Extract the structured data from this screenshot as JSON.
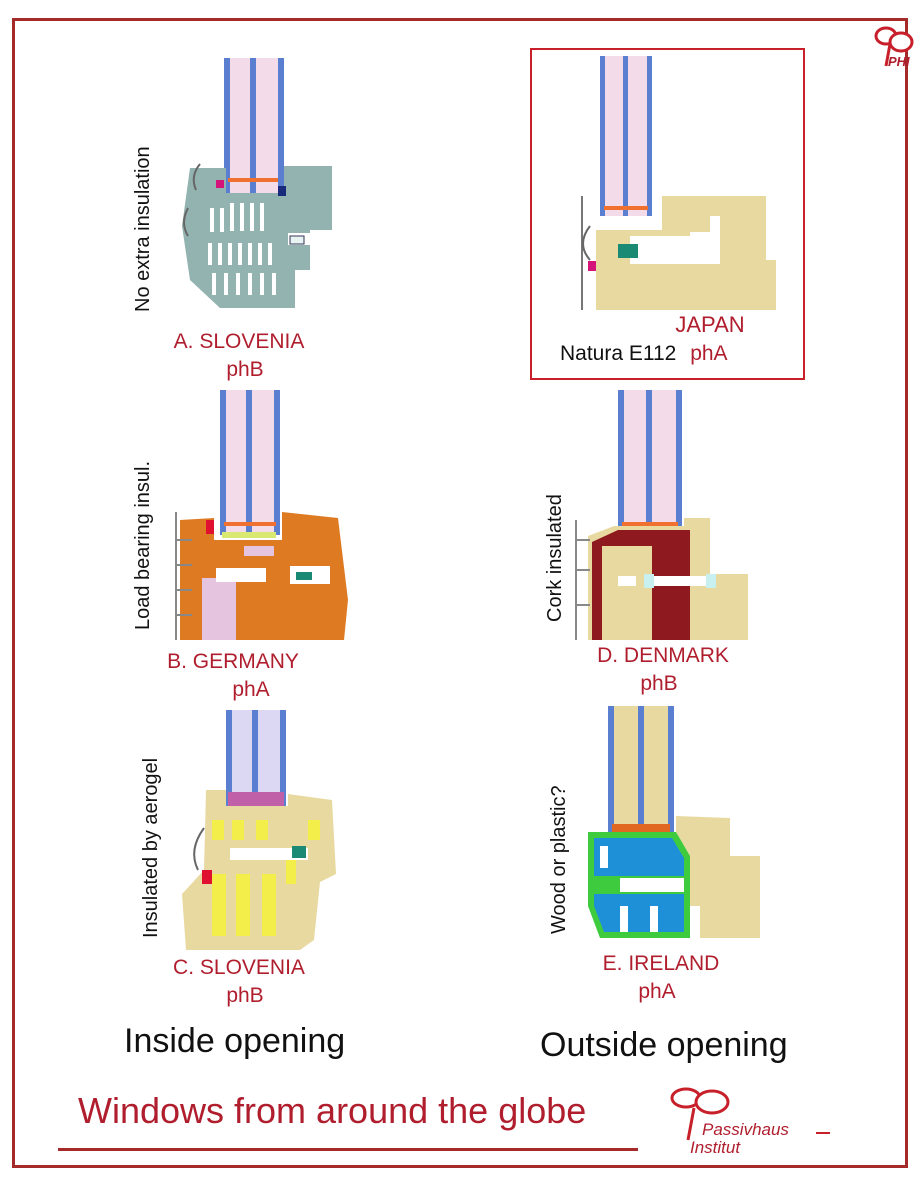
{
  "colors": {
    "frame": "#a52a2a",
    "accent_red": "#b01e2e",
    "glass_pink": "#f3dbea",
    "glass_blue": "#5a7fd0",
    "grey_frame": "#92b3b0",
    "wood": "#e8d9a0",
    "orange_insulation": "#de7a22",
    "cork_dark_red": "#8e1a1f",
    "aerogel_yellow": "#f4ee4a",
    "plastic_blue": "#1e90d8",
    "gasket_green": "#3ecb3e"
  },
  "panels": {
    "slovenia_a": {
      "side_label": "No extra insulation",
      "letter": "A.",
      "country": "SLOVENIA",
      "rating": "phB"
    },
    "japan": {
      "country": "JAPAN",
      "model": "Natura E112",
      "rating": "phA"
    },
    "germany_b": {
      "side_label": "Load bearing insul.",
      "letter": "B.",
      "country": "GERMANY",
      "rating": "phA"
    },
    "denmark_d": {
      "side_label": "Cork insulated",
      "letter": "D.",
      "country": "DENMARK",
      "rating": "phB"
    },
    "slovenia_c": {
      "side_label": "Insulated by aerogel",
      "letter": "C.",
      "country": "SLOVENIA",
      "rating": "phB"
    },
    "ireland_e": {
      "side_label": "Wood or plastic?",
      "letter": "E.",
      "country": "IRELAND",
      "rating": "phA"
    }
  },
  "column_labels": {
    "left": "Inside opening",
    "right": "Outside opening"
  },
  "title": "Windows from around the globe",
  "logo": {
    "small": "PHI",
    "line1": "Passivhaus",
    "line2": "Institut"
  }
}
